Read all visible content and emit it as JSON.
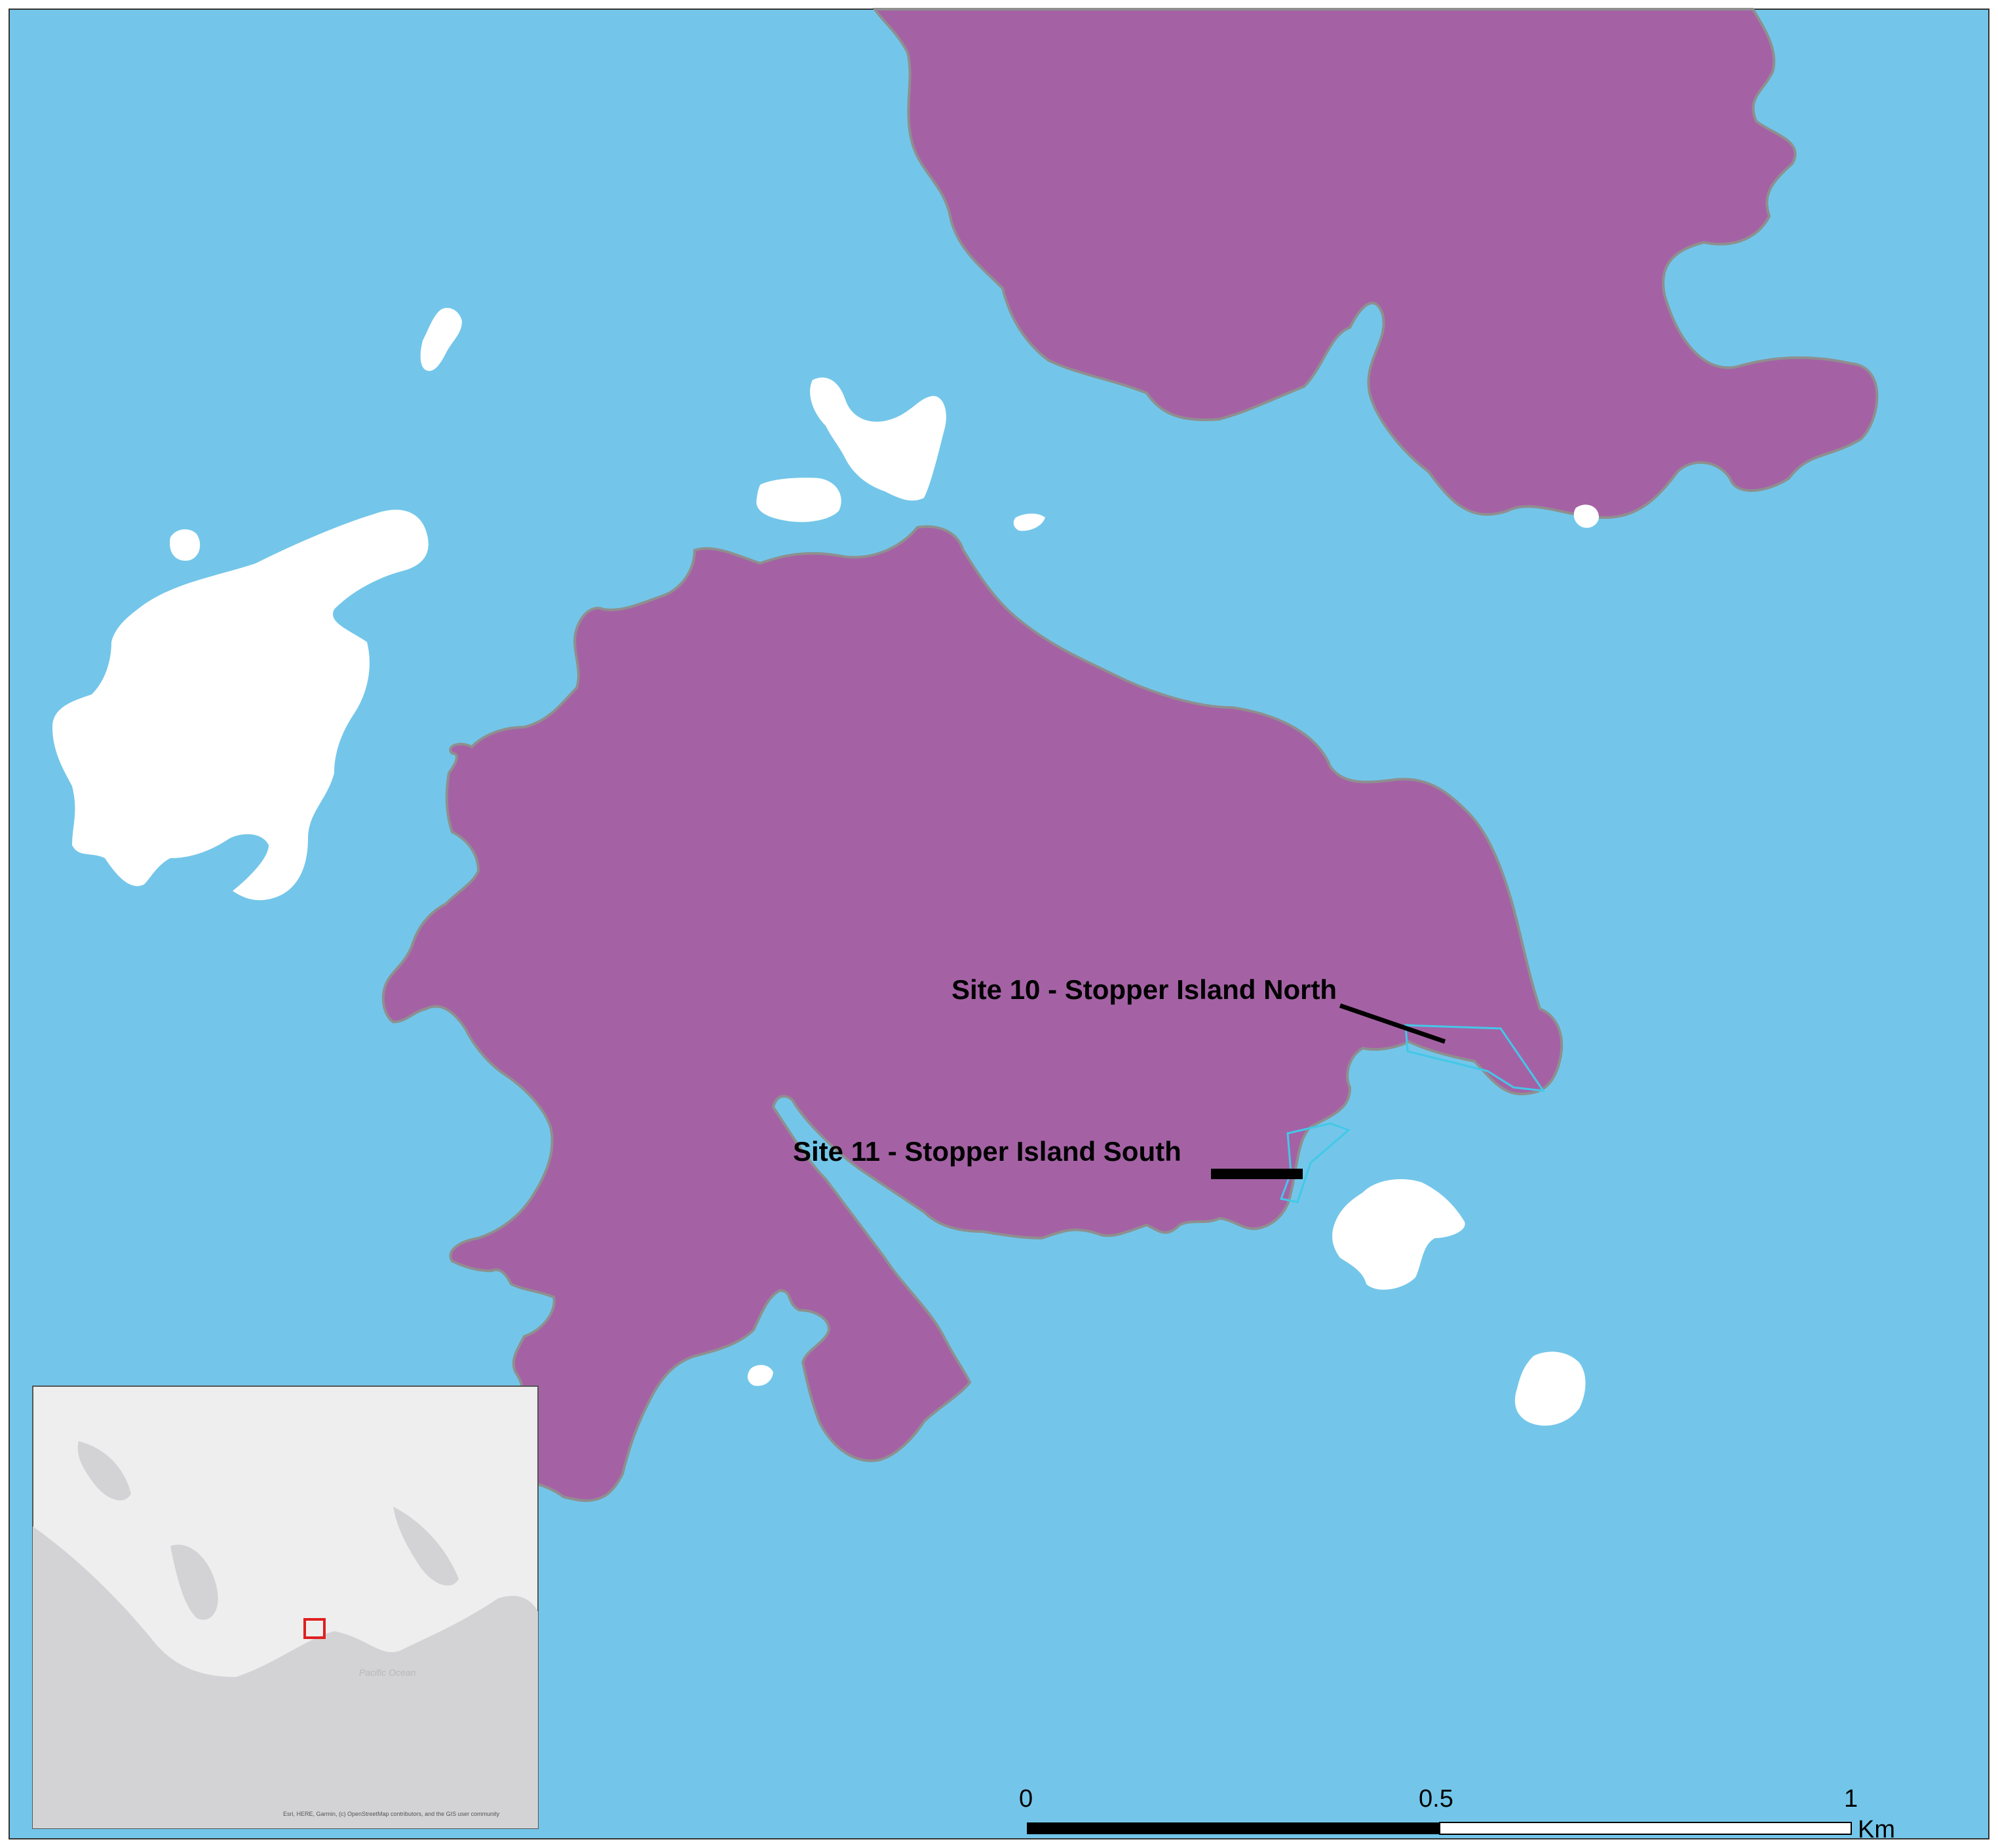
{
  "map": {
    "colors": {
      "water": "#73c6e9",
      "island_purple": "#a462a5",
      "island_white": "#ffffff",
      "coast_outline": "#8f8f8f",
      "site_outline": "#43c8e8",
      "leader": "#000000",
      "inset_land": "#eeeeee",
      "inset_water": "#d3d3d6",
      "inset_locator": "#e02020"
    },
    "sites": [
      {
        "label": "Site 10 - Stopper Island North"
      },
      {
        "label": "Site 11 - Stopper Island South"
      }
    ],
    "scale_bar": {
      "ticks": [
        "0",
        "0.5",
        "1"
      ],
      "unit": "Km"
    },
    "inset": {
      "ocean_label": "Pacific Ocean",
      "attribution": "Esri, HERE, Garmin, (c) OpenStreetMap contributors, and the GIS user community"
    }
  }
}
